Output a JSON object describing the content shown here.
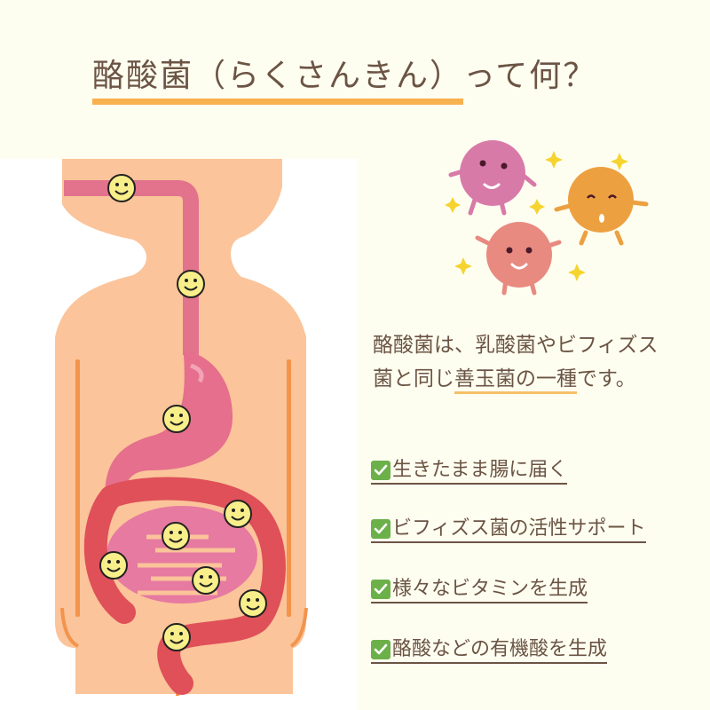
{
  "title": {
    "highlighted": "酪酸菌（らくさんきん）",
    "rest": "って何？"
  },
  "intro": {
    "line1": "酪酸菌は、乳酸菌やビフィズス",
    "line2_pre": "菌と同じ",
    "line2_underlined": "善玉菌の一種",
    "line2_post": "です。"
  },
  "features": [
    {
      "icon": "check-icon",
      "label": "生きたまま腸に届く"
    },
    {
      "icon": "check-icon",
      "label": "ビフィズス菌の活性サポート"
    },
    {
      "icon": "check-icon",
      "label": "様々なビタミンを生成"
    },
    {
      "icon": "check-icon",
      "label": "酪酸などの有機酸を生成"
    }
  ],
  "colors": {
    "background": "#fefef0",
    "text": "#6b5444",
    "accent_underline": "#f7b14e",
    "check_green": "#6cb04a",
    "skin": "#fbc49a",
    "digestive_pink": "#e8708e",
    "intestine_red": "#e0505a",
    "smiley_yellow": "#f8ef8a"
  }
}
